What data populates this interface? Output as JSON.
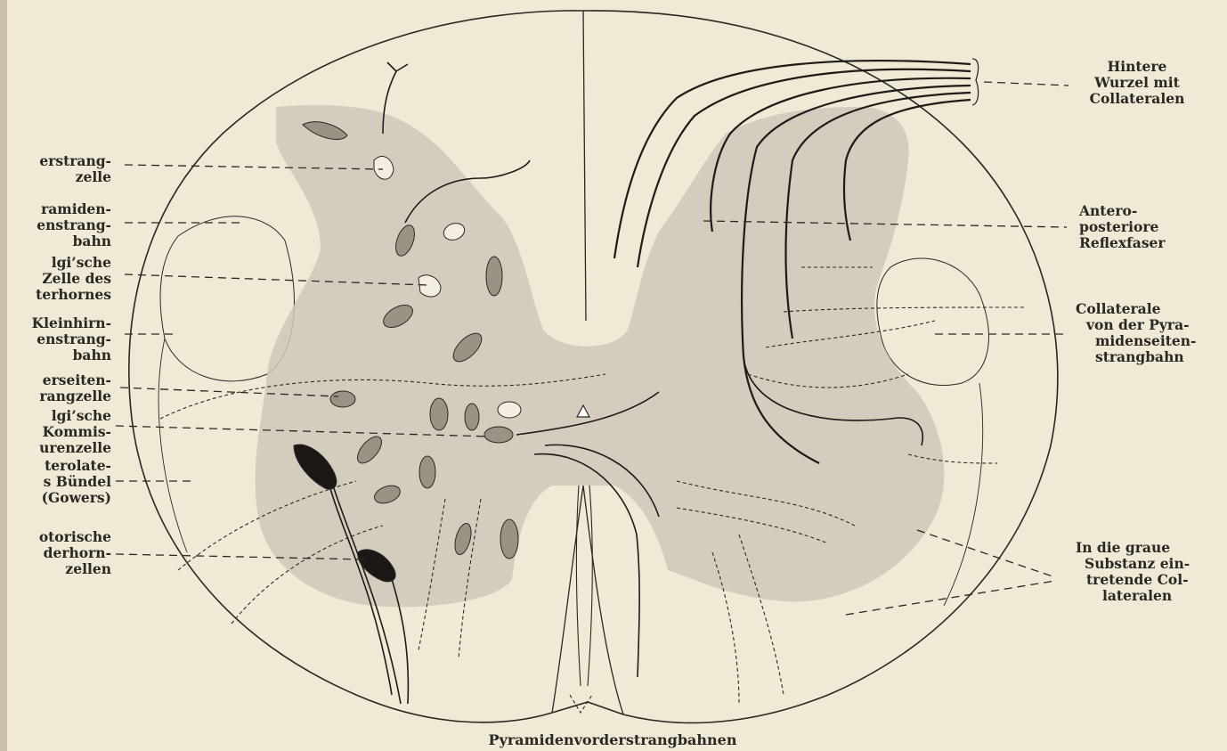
{
  "left_labels": [
    {
      "lines": [
        "erstrang-",
        "zelle"
      ]
    },
    {
      "lines": [
        "ramiden-",
        "enstrang-",
        "bahn"
      ]
    },
    {
      "lines": [
        "lgi’sche",
        "Zelle des",
        "terhornes"
      ]
    },
    {
      "lines": [
        "Kleinhirn-",
        "enstrang-",
        "bahn"
      ]
    },
    {
      "lines": [
        "erseiten-",
        "rangzelle"
      ]
    },
    {
      "lines": [
        "lgi’sche",
        "Kommis-",
        "urenzelle"
      ]
    },
    {
      "lines": [
        "terolate-",
        "s Bündel",
        "(Gowers)"
      ]
    },
    {
      "lines": [
        "otorische",
        "derhorn-",
        "zellen"
      ]
    }
  ],
  "right_labels": [
    {
      "lines": [
        "Hintere",
        "Wurzel mit",
        "Collateralen"
      ]
    },
    {
      "lines": [
        "Antero-",
        "posteriore",
        "Reflexfaser"
      ]
    },
    {
      "lines": [
        "Collaterale",
        "von der Pyra-",
        "midenseiten-",
        "strangbahn"
      ]
    },
    {
      "lines": [
        "In die graue",
        "Substanz ein-",
        "tretende Col-",
        "lateralen"
      ]
    }
  ],
  "bottom_label": "Pyramidenvorderstrangbahnen",
  "colors": {
    "paper": "#efe9d5",
    "gray_matter": "#cfc8b8",
    "ink": "#2b2723"
  }
}
